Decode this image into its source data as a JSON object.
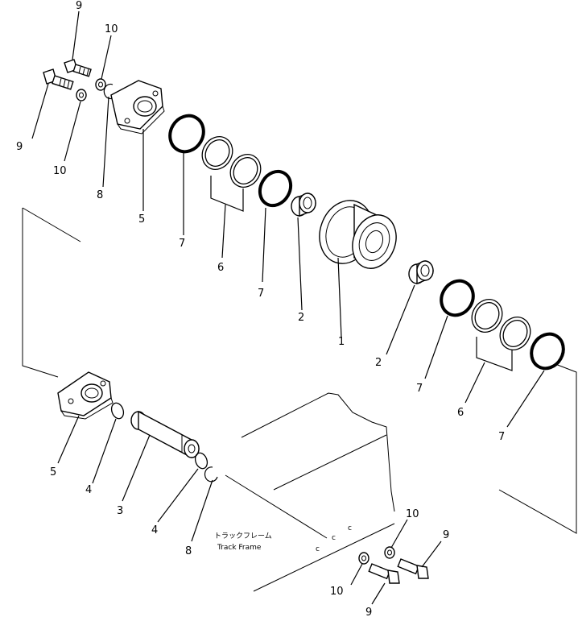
{
  "labels": {
    "p1": "1",
    "p2a": "2",
    "p2b": "2",
    "p3": "3",
    "p4a": "4",
    "p4b": "4",
    "p5a": "5",
    "p5b": "5",
    "p6a": "6",
    "p6b": "6",
    "p7a": "7",
    "p7b": "7",
    "p7c": "7",
    "p7d": "7",
    "p8a": "8",
    "p8b": "8",
    "p9a": "9",
    "p9b": "9",
    "p9c": "9",
    "p9d": "9",
    "p10a": "10",
    "p10b": "10",
    "p10c": "10",
    "p10d": "10"
  },
  "frame_caption": {
    "jp": "トラックフレーム",
    "en": "Track Frame"
  }
}
